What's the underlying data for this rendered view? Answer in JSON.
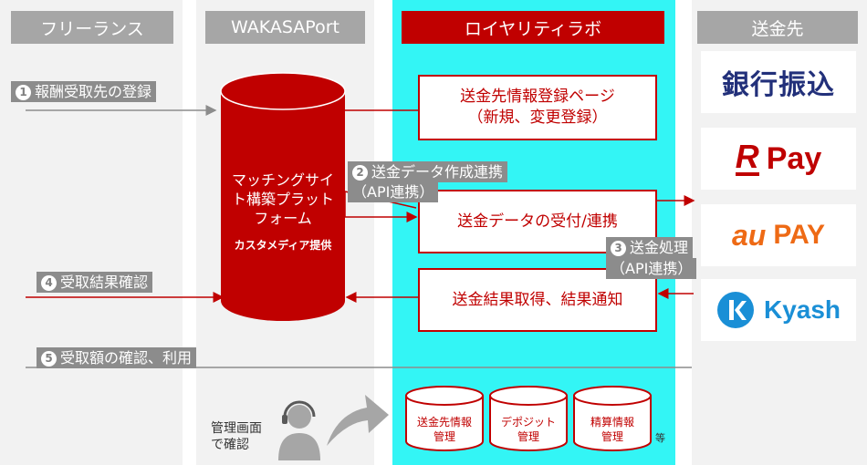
{
  "lanes": {
    "freelance": "フリーランス",
    "wakasaport": "WAKASAPort",
    "royalty_lab": "ロイヤリティラボ",
    "destination": "送金先"
  },
  "platform": {
    "line1": "マッチングサイ",
    "line2": "ト構築プラット",
    "line3": "フォーム",
    "provider": "カスタメディア提供"
  },
  "boxes": {
    "registration_line1": "送金先情報登録ページ",
    "registration_line2": "（新規、変更登録）",
    "receive": "送金データの受付/連携",
    "result": "送金結果取得、結果通知"
  },
  "steps": {
    "step1": {
      "num": "1",
      "text": "報酬受取先の登録"
    },
    "step2": {
      "num": "2",
      "line1": "送金データ作成連携",
      "line2": "（API連携）"
    },
    "step3": {
      "num": "3",
      "line1": "送金処理",
      "line2": "（API連携）"
    },
    "step4": {
      "num": "4",
      "text": "受取結果確認"
    },
    "step5": {
      "num": "5",
      "text": "受取額の確認、利用"
    }
  },
  "databases": [
    {
      "line1": "送金先情報",
      "line2": "管理"
    },
    {
      "line1": "デポジット",
      "line2": "管理"
    },
    {
      "line1": "精算情報",
      "line2": "管理"
    }
  ],
  "etc": "等",
  "admin": {
    "line1": "管理画面",
    "line2": "で確認"
  },
  "payment_methods": {
    "bank": "銀行振込",
    "rpay_r": "R",
    "rpay_pay": "Pay",
    "au_au": "au",
    "au_pay": "PAY",
    "kyash": "Kyash"
  },
  "colors": {
    "accent_red": "#c00000",
    "cyan_lane": "#33f5f5",
    "lane_grey": "#f2f2f2",
    "header_grey": "#a6a6a6",
    "bank_navy": "#22307a",
    "au_orange": "#ee6a15",
    "kyash_blue": "#1a8fd6"
  },
  "icons": [
    "admin-operator-icon",
    "forward-arrow-icon",
    "kyash-logo-icon"
  ]
}
